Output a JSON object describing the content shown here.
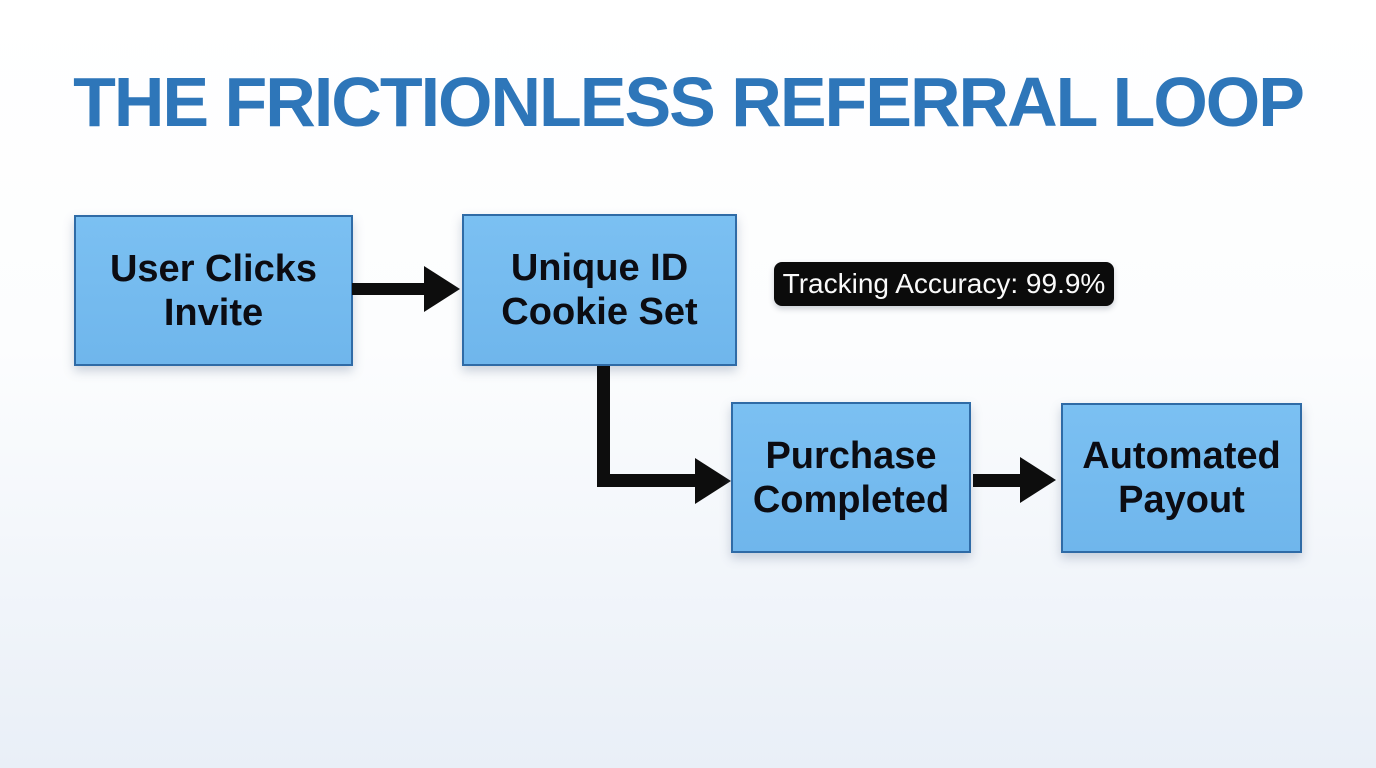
{
  "title": "THE FRICTIONLESS REFERRAL LOOP",
  "nodes": [
    {
      "id": "user-clicks-invite",
      "line1": "User Clicks",
      "line2": "Invite"
    },
    {
      "id": "unique-id-cookie-set",
      "line1": "Unique ID",
      "line2": "Cookie Set"
    },
    {
      "id": "purchase-completed",
      "line1": "Purchase",
      "line2": "Completed"
    },
    {
      "id": "automated-payout",
      "line1": "Automated",
      "line2": "Payout"
    }
  ],
  "badge": {
    "text": "Tracking Accuracy: 99.9%"
  },
  "colors": {
    "title_text": "#2E76B9",
    "node_fill": "#74BCF0",
    "node_border": "#2F6BA6",
    "node_text": "#0C0C12",
    "arrow": "#0D0D0D",
    "badge_bg": "#0B0B0B",
    "badge_text": "#FAFAFA",
    "background_top": "#FFFFFF",
    "background_bottom": "#E9EFF7"
  }
}
